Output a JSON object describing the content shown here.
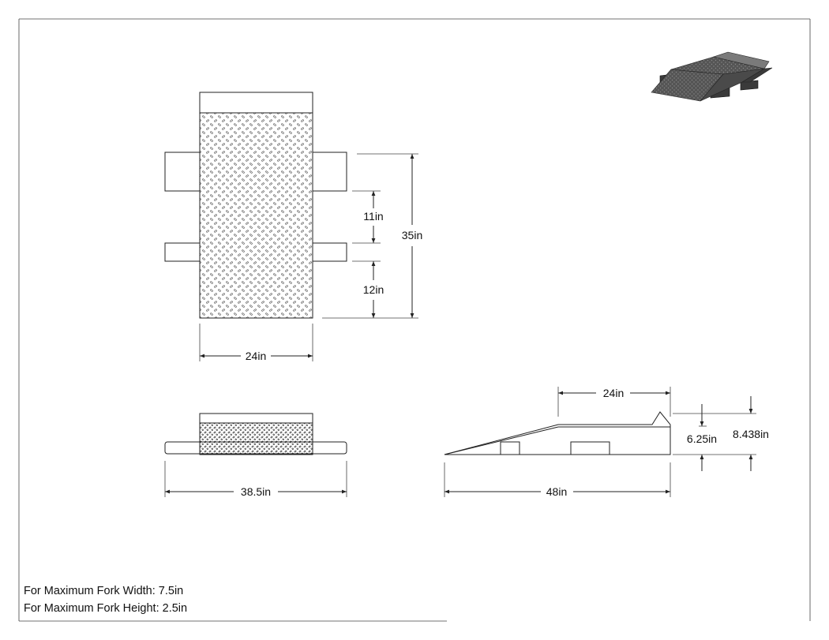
{
  "colors": {
    "line": "#222222",
    "paper": "#ffffff",
    "iso_dark": "#3a3a3a",
    "iso_mid": "#5a5a5a",
    "iso_light": "#8a8a8a"
  },
  "dimensions": {
    "top_width": "24in",
    "top_gap": "11in",
    "top_offset": "12in",
    "top_length": "35in",
    "front_width": "38.5in",
    "side_ramp_top": "24in",
    "side_length": "48in",
    "side_height_low": "6.25in",
    "side_height_high": "8.438in"
  },
  "notes": {
    "fork_width": "For Maximum Fork Width: 7.5in",
    "fork_height": "For Maximum Fork Height: 2.5in"
  }
}
